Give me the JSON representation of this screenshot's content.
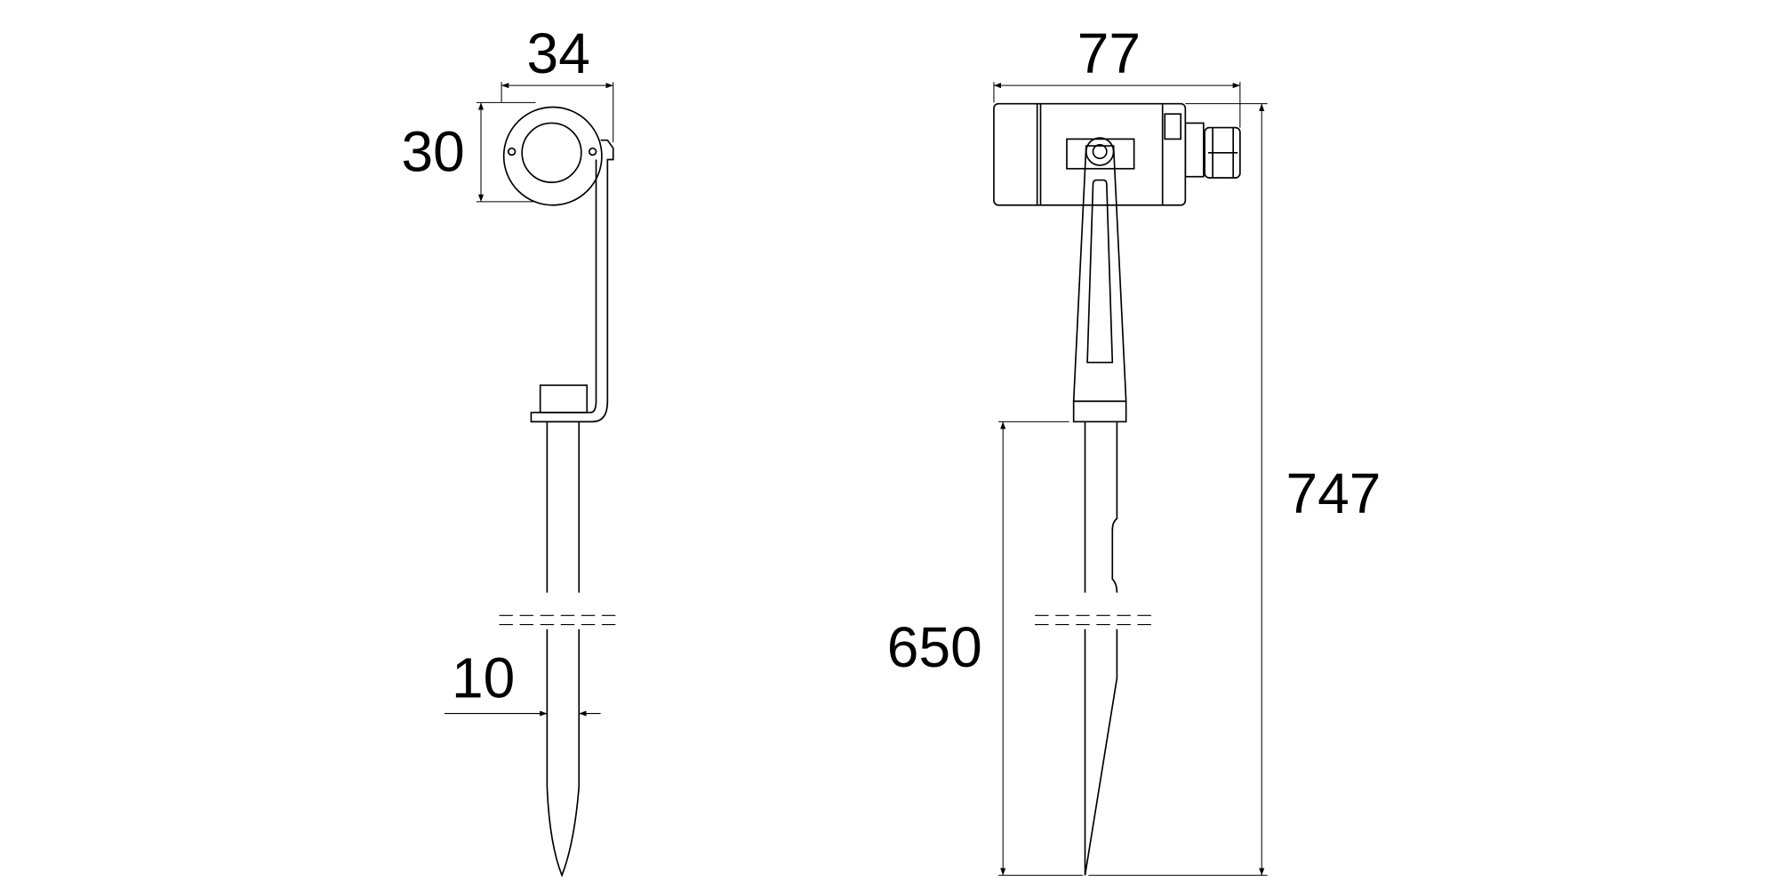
{
  "side_view": {
    "width_label": "34",
    "height_label": "30",
    "spike_diameter_label": "10"
  },
  "front_view": {
    "width_label": "77",
    "total_height_label": "747",
    "spike_length_label": "650"
  },
  "colors": {
    "line": "#000000",
    "background": "#ffffff"
  }
}
